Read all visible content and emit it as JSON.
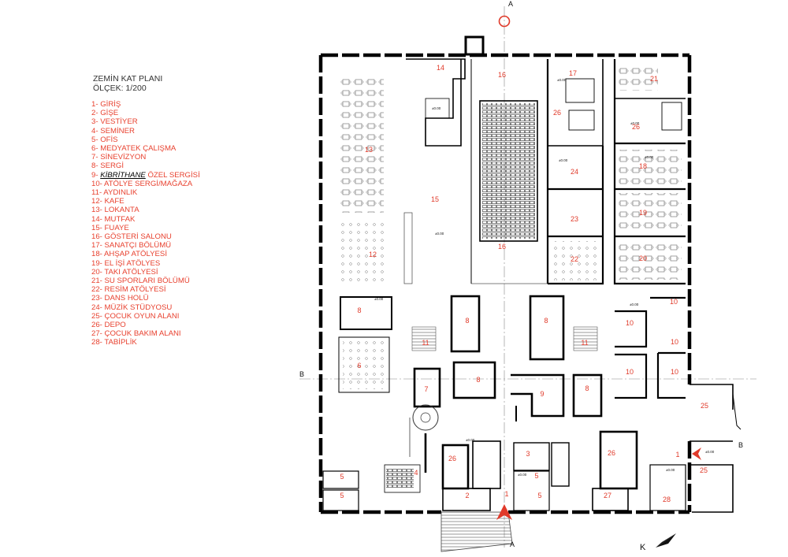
{
  "title": "ZEMİN KAT PLANI",
  "scale": "ÖLÇEK: 1/200",
  "legend": [
    {
      "pre": "1-  GİRİŞ"
    },
    {
      "pre": "2-  GİŞE"
    },
    {
      "pre": "3-  VESTİYER"
    },
    {
      "pre": "4-  SEMİNER"
    },
    {
      "pre": "5-  OFİS"
    },
    {
      "pre": "6-  MEDYATEK ÇALIŞMA"
    },
    {
      "pre": "7-  SİNEVİZYON"
    },
    {
      "pre": "8-  SERGİ"
    },
    {
      "pre": "9-  ",
      "hl": "KİBRİTHANE",
      "post": " ÖZEL SERGİSİ"
    },
    {
      "pre": "10- ATÖLYE SERGİ/MAĞAZA"
    },
    {
      "pre": "11- AYDINLIK"
    },
    {
      "pre": "12- KAFE"
    },
    {
      "pre": "13- LOKANTA"
    },
    {
      "pre": "14- MUTFAK"
    },
    {
      "pre": "15- FUAYE"
    },
    {
      "pre": "16- GÖSTERİ SALONU"
    },
    {
      "pre": "17- SANATÇI BÖLÜMÜ"
    },
    {
      "pre": "18- AHŞAP ATÖLYESİ"
    },
    {
      "pre": "19- EL İŞİ ATÖLYES"
    },
    {
      "pre": "20- TAKI ATÖLYESİ"
    },
    {
      "pre": "21- SU SPORLARI BÖLÜMÜ"
    },
    {
      "pre": "22- RESİM ATÖLYESİ"
    },
    {
      "pre": "23- DANS HOLÜ"
    },
    {
      "pre": "24- MÜZİK STÜDYOSU"
    },
    {
      "pre": "25- ÇOCUK OYUN ALANI"
    },
    {
      "pre": "26- DEPO"
    },
    {
      "pre": "27- ÇOCUK BAKIM ALANI"
    },
    {
      "pre": "28- TABİPLİK"
    }
  ],
  "section_marks": {
    "a_top": "A",
    "a_bottom": "A",
    "b_left": "B",
    "b_right": "B"
  },
  "north_label": "K",
  "elevation": "±0.00",
  "rooms": [
    {
      "n": "14"
    },
    {
      "n": "16"
    },
    {
      "n": "17"
    },
    {
      "n": "21"
    },
    {
      "n": "26"
    },
    {
      "n": "26"
    },
    {
      "n": "13"
    },
    {
      "n": "24"
    },
    {
      "n": "18"
    },
    {
      "n": "15"
    },
    {
      "n": "23"
    },
    {
      "n": "19"
    },
    {
      "n": "16"
    },
    {
      "n": "12"
    },
    {
      "n": "22"
    },
    {
      "n": "20"
    },
    {
      "n": "8"
    },
    {
      "n": "8"
    },
    {
      "n": "8"
    },
    {
      "n": "10"
    },
    {
      "n": "10"
    },
    {
      "n": "11"
    },
    {
      "n": "11"
    },
    {
      "n": "10"
    },
    {
      "n": "6"
    },
    {
      "n": "10"
    },
    {
      "n": "10"
    },
    {
      "n": "7"
    },
    {
      "n": "8"
    },
    {
      "n": "9"
    },
    {
      "n": "8"
    },
    {
      "n": "25"
    },
    {
      "n": "26"
    },
    {
      "n": "3"
    },
    {
      "n": "26"
    },
    {
      "n": "1"
    },
    {
      "n": "5"
    },
    {
      "n": "4"
    },
    {
      "n": "5"
    },
    {
      "n": "25"
    },
    {
      "n": "5"
    },
    {
      "n": "2"
    },
    {
      "n": "1"
    },
    {
      "n": "5"
    },
    {
      "n": "27"
    },
    {
      "n": "28"
    }
  ]
}
